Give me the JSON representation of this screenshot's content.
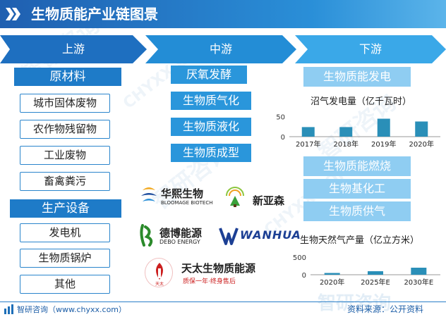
{
  "title": "生物质能产业链图景",
  "stages": {
    "upstream": "上游",
    "midstream": "中游",
    "downstream": "下游"
  },
  "upstream": {
    "raw_materials": {
      "heading": "原材料",
      "items": [
        "城市固体废物",
        "农作物残留物",
        "工业废物",
        "畜禽粪污"
      ]
    },
    "equipment": {
      "heading": "生产设备",
      "items": [
        "发电机",
        "生物质锅炉",
        "其他"
      ]
    }
  },
  "midstream": {
    "items": [
      "厌氧发酵",
      "生物质气化",
      "生物质液化",
      "生物质成型"
    ]
  },
  "downstream": {
    "power_heading": "生物质能发电",
    "other_items": [
      "生物质能燃烧",
      "生物基化工",
      "生物质供气"
    ]
  },
  "companies": [
    {
      "name": "华熙生物",
      "sub": "BLOOMAGE BIOTECH",
      "color": "#1a4a9c"
    },
    {
      "name": "新亚森",
      "sub": "",
      "color": "#3aa13a"
    },
    {
      "name": "德博能源",
      "sub": "DEBO ENERGY",
      "color": "#2b8a2b"
    },
    {
      "name": "WANHUA",
      "sub": "",
      "color": "#1c3f94"
    },
    {
      "name": "天太生物质能源",
      "sub": "质保一年·终身售后",
      "color": "#cc1f1f",
      "badge": "天太"
    }
  ],
  "chart_data": [
    {
      "type": "bar",
      "title": "沼气发电量（亿千瓦时）",
      "categories": [
        "2017年",
        "2018年",
        "2019年",
        "2020年"
      ],
      "values": [
        24,
        24,
        45,
        38
      ],
      "yticks": [
        0,
        50
      ],
      "ylim": [
        0,
        60
      ],
      "color": "#2a8fb8"
    },
    {
      "type": "bar",
      "title": "生物天然气产量（亿立方米）",
      "categories": [
        "2020年",
        "2025年E",
        "2030年E"
      ],
      "values": [
        50,
        100,
        200
      ],
      "yticks": [
        0,
        500
      ],
      "ylim": [
        0,
        600
      ],
      "color": "#2a8fb8"
    }
  ],
  "watermark": {
    "cn": "智研咨询",
    "en": "CHYXX.COM"
  },
  "footer": {
    "brand": "智研咨询（www.chyxx.com）",
    "source": "资料来源：公开资料"
  },
  "colors": {
    "primary": "#1e7bc8",
    "arrow_upstream": "#1e6fc0",
    "arrow_midstream": "#238dd6",
    "arrow_downstream": "#3aa8e8",
    "light": "#8fcdf2"
  }
}
